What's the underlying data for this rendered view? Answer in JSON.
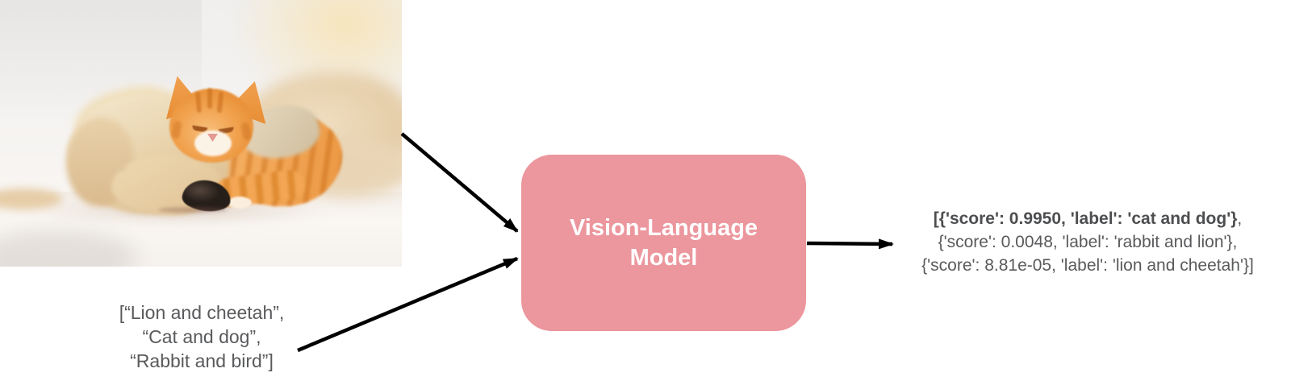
{
  "photo": {
    "description": "Sleeping cream puppy with a ginger tabby kitten resting on its head, lying on a white blanket"
  },
  "input_list": {
    "lines": [
      "[“Lion and cheetah”,",
      "“Cat and dog”,",
      "“Rabbit and bird”]"
    ]
  },
  "model_box": {
    "label_line1": "Vision-Language",
    "label_line2": "Model",
    "fill_color": "#EC969D",
    "text_color": "#FFFFFF"
  },
  "output": {
    "line1_bold": "[{'score': 0.9950, 'label': 'cat and dog'}",
    "line1_suffix": ",",
    "line2": "{'score': 0.0048, 'label': 'rabbit and lion'},",
    "line3": "{'score': 8.81e-05, 'label': 'lion and cheetah'}]"
  },
  "colors": {
    "arrow": "#000000",
    "text_gray": "#595A5C",
    "background": "#FFFFFF"
  }
}
